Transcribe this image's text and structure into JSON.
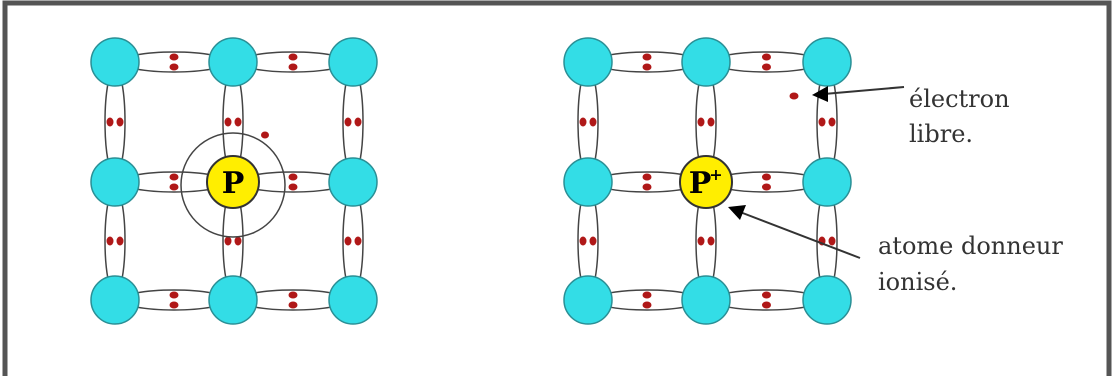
{
  "left_lattice": {
    "center_atom_label": "P"
  },
  "right_lattice": {
    "center_atom_label": "P",
    "center_atom_charge": "+",
    "annotations": {
      "free_electron_line1": "électron",
      "free_electron_line2": "libre.",
      "donor_line1": "atome donneur",
      "donor_line2": "ionisé."
    }
  },
  "colors": {
    "silicon_atom": "#33dde6",
    "phosphorus_atom": "#ffee00",
    "electron": "#b01818",
    "bond": "#444444",
    "frame": "#555555"
  }
}
